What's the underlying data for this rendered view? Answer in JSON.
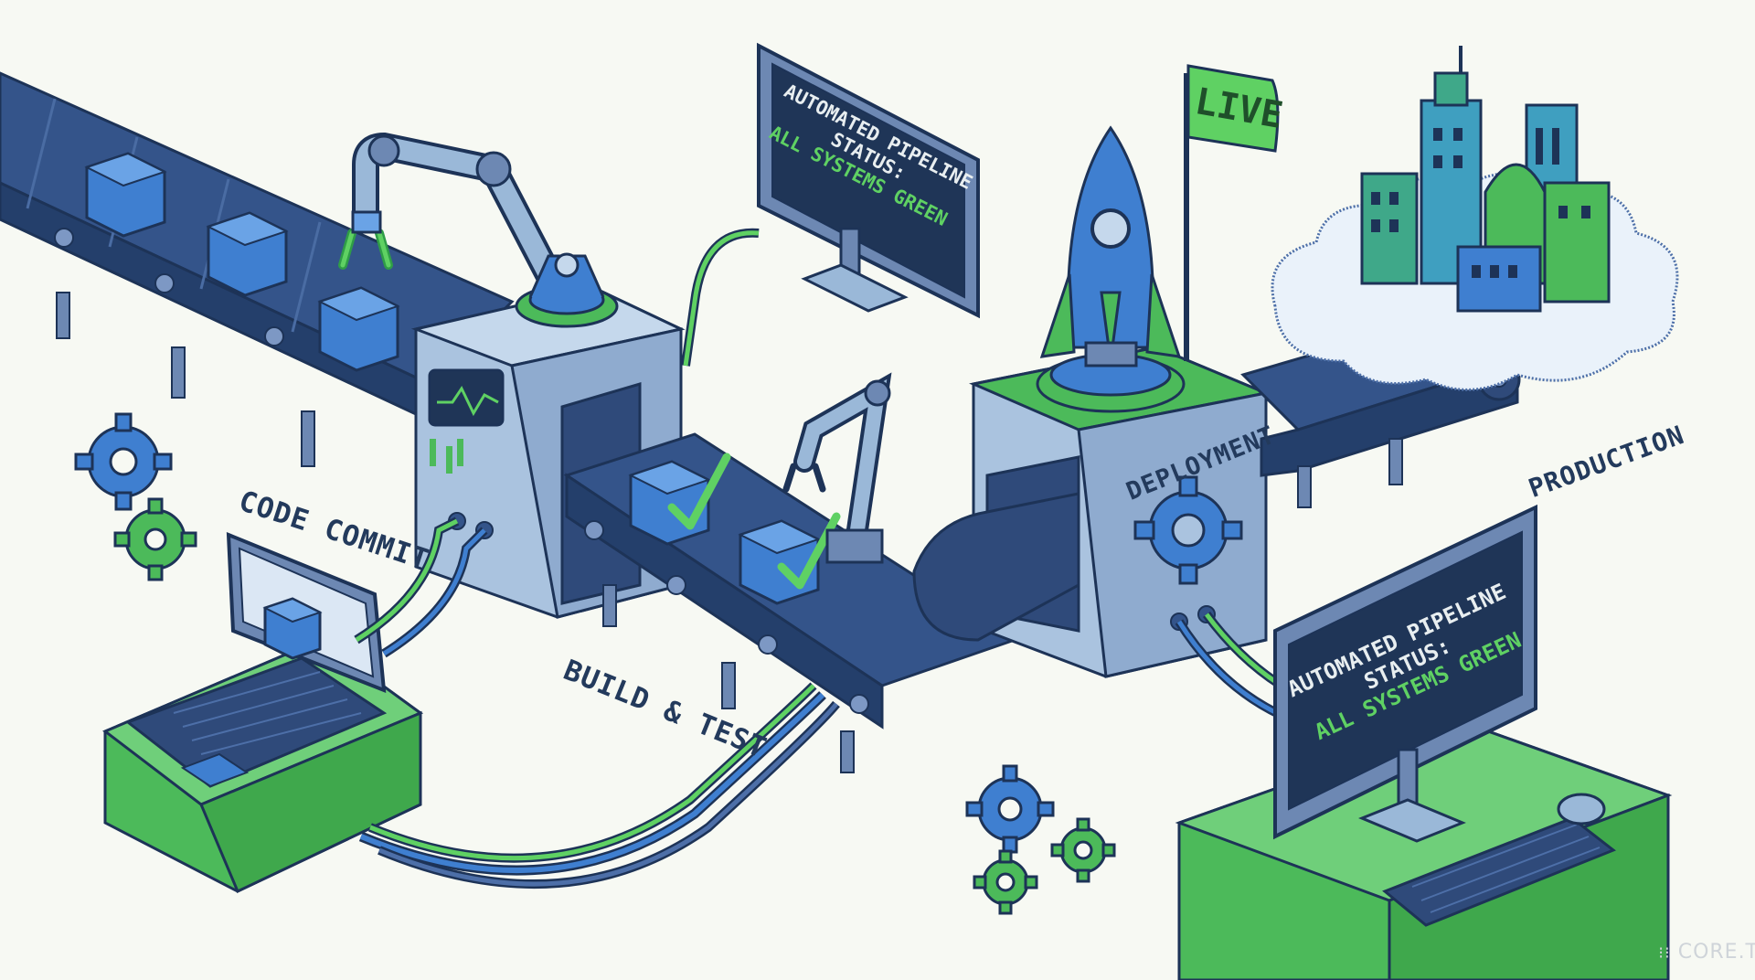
{
  "labels": {
    "code_commit": "CODE COMMIT",
    "build_test": "BUILD & TEST",
    "deployment": "DEPLOYMENT",
    "production": "PRODUCTION",
    "live": "LIVE"
  },
  "monitor_top": {
    "line1": "AUTOMATED PIPELINE",
    "line2": "STATUS:",
    "line3": "ALL SYSTEMS GREEN"
  },
  "monitor_bottom": {
    "line1": "AUTOMATED PIPELINE",
    "line2": "STATUS:",
    "line3": "ALL SYSTEMS GREEN"
  },
  "watermark": "CORE.T",
  "colors": {
    "background": "#f7f9f3",
    "belt": "#2f4a7a",
    "machine": "#9ab8d8",
    "green": "#4cba5a",
    "blue": "#3f7fd0"
  }
}
